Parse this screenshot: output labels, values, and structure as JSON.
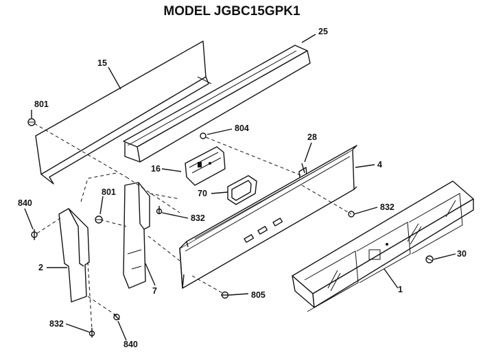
{
  "title": "MODEL JGBC15GPK1",
  "callouts": [
    "25",
    "15",
    "801",
    "804",
    "28",
    "4",
    "16",
    "70",
    "840",
    "801",
    "832",
    "832",
    "2",
    "7",
    "30",
    "805",
    "1",
    "832",
    "840"
  ]
}
